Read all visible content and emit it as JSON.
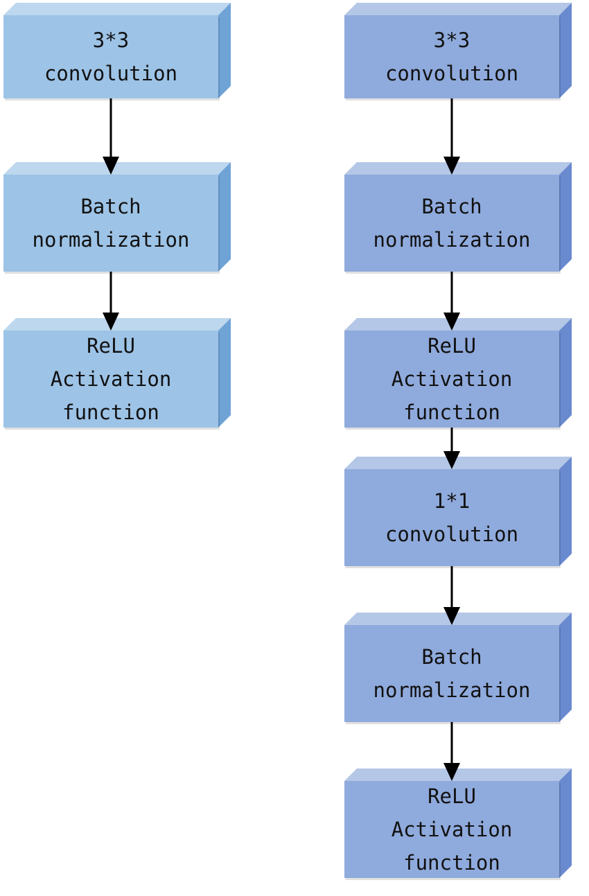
{
  "colors": {
    "left_front": "#9dc3e6",
    "left_top": "#bdd7ee",
    "left_side": "#6fa3d6",
    "right_front": "#8faadc",
    "right_top": "#b4c7e7",
    "right_side": "#6a8ad0",
    "arrow": "#000000"
  },
  "left_column": {
    "blocks": [
      {
        "name": "conv3x3",
        "lines": [
          "3*3",
          "convolution"
        ]
      },
      {
        "name": "batch-norm",
        "lines": [
          "Batch",
          "normalization"
        ]
      },
      {
        "name": "relu",
        "lines": [
          "ReLU",
          "Activation",
          "function"
        ]
      }
    ]
  },
  "right_column": {
    "blocks": [
      {
        "name": "conv3x3",
        "lines": [
          "3*3",
          "convolution"
        ]
      },
      {
        "name": "batch-norm-1",
        "lines": [
          "Batch",
          "normalization"
        ]
      },
      {
        "name": "relu-1",
        "lines": [
          "ReLU",
          "Activation",
          "function"
        ]
      },
      {
        "name": "conv1x1",
        "lines": [
          "1*1",
          "convolution"
        ]
      },
      {
        "name": "batch-norm-2",
        "lines": [
          "Batch",
          "normalization"
        ]
      },
      {
        "name": "relu-2",
        "lines": [
          "ReLU",
          "Activation",
          "function"
        ]
      }
    ]
  }
}
